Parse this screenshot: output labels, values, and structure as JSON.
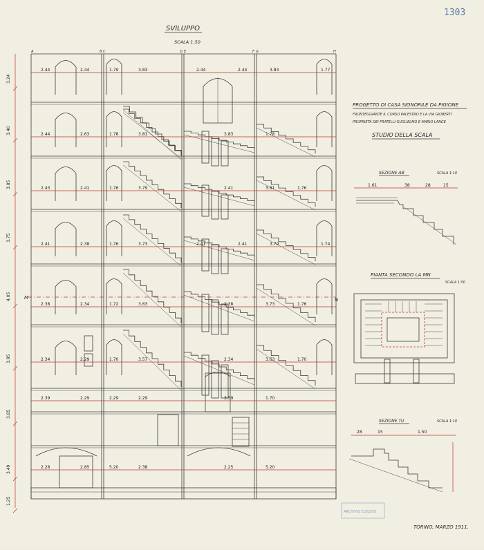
{
  "sheet_number": "1303",
  "header": {
    "title": "SVILUPPO",
    "scale": "SCALA 1:50"
  },
  "axis_letters": [
    "A",
    "B",
    "C",
    "D",
    "E",
    "F",
    "G",
    "H"
  ],
  "project": {
    "line1": "PROGETTO DI CASA SIGNORILE DA PIGIONE",
    "line2": "FRONTEGGIANTE IL CORSO PALESTRO E LA VIA GIOBERTI",
    "line3": "PROPRIETÀ DEI FRATELLI GUGLIELMO E MARIO LANGE",
    "subtitle": "STUDIO DELLA SCALA"
  },
  "details": {
    "section_ab_title": "SEZIONE AB",
    "section_ab_scale": "SCALA 1:10",
    "section_ab_dims": [
      "1.61",
      "38",
      "28",
      "15"
    ],
    "plan_title": "PIANTA SECONDO LA MN",
    "plan_scale": "SCALA 1:50",
    "section_tu_title": "SEZIONE TU",
    "section_tu_scale": "SCALA 1:10",
    "section_tu_dims": [
      "28",
      "15",
      "1.50"
    ]
  },
  "section_markers": {
    "m": "M",
    "n": "N"
  },
  "floor_heights": [
    "3.24",
    "3.40",
    "3.85",
    "3.75",
    "4.05",
    "3.95",
    "3.85",
    "3.49",
    "1.25"
  ],
  "dimension_rows": [
    [
      "2.44",
      "2.44",
      "1.79",
      "3.83",
      "2.44",
      "2.44",
      "3.83",
      "1.77"
    ],
    [
      "2.44",
      "2.63",
      "1.78",
      "3.81",
      "3.83",
      "1.78"
    ],
    [
      "2.43",
      "2.41",
      "1.76",
      "3.79",
      "2.41",
      "3.81",
      "1.76"
    ],
    [
      "2.41",
      "2.38",
      "1.76",
      "3.73",
      "2.41",
      "2.41",
      "3.79",
      "1.74"
    ],
    [
      "2.38",
      "2.34",
      "1.72",
      "3.63",
      "2.38",
      "3.73",
      "1.76"
    ],
    [
      "2.34",
      "2.29",
      "1.70",
      "3.57",
      "2.34",
      "3.63",
      "1.70"
    ],
    [
      "2.39",
      "2.29",
      "2.29",
      "2.29",
      "3.59",
      "1.70"
    ],
    [
      "2.28",
      "2.85",
      "5.20",
      "2.38",
      "2.25",
      "5.20"
    ]
  ],
  "stamp": "ARCHIVIO EDILIZIO",
  "footer": {
    "place_date": "TORINO, MARZO 1911."
  }
}
